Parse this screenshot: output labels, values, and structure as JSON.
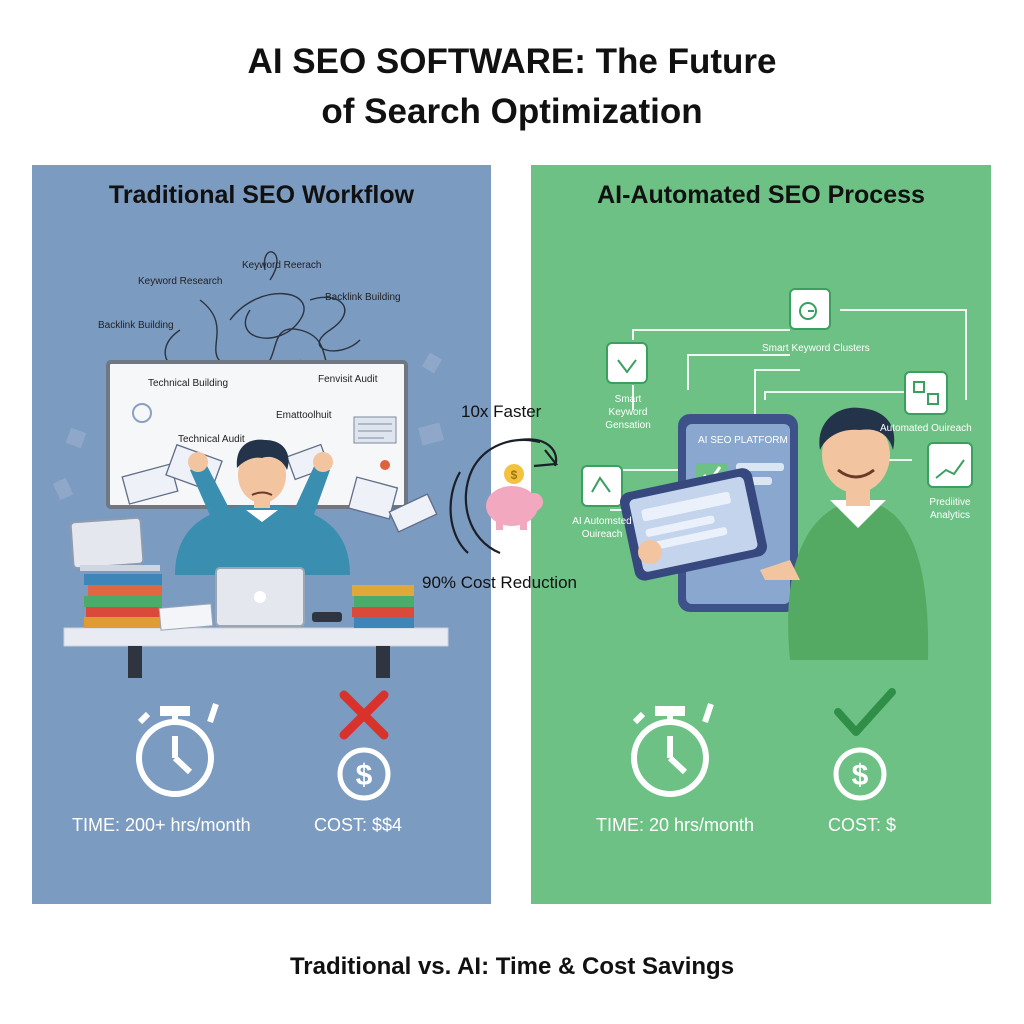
{
  "header": {
    "title_line1": "AI SEO SOFTWARE: The Future",
    "title_line2": "of Search Optimization"
  },
  "left_panel": {
    "title": "Traditional SEO Workflow",
    "floating_labels": [
      "Keyword Reerach",
      "Keyword Research",
      "Backlink Building",
      "Backlink Building"
    ],
    "whiteboard_labels": [
      "Technical Building",
      "Fenvisit Audit",
      "Emattoolhuit",
      "Technical Audit"
    ],
    "time_stat": "TIME: 200+ hrs/month",
    "cost_stat": "COST: $$4"
  },
  "middle": {
    "faster_label": "10x Faster",
    "cost_label": "90% Cost Reduction"
  },
  "right_panel": {
    "title": "AI-Automated SEO Process",
    "device_header": "AI SEO PLATFORM",
    "nodes": [
      "Smart Keyword Clusters",
      "Smart Keyword Gensation",
      "Automated Ouireach",
      "AI Automsted Ouireach",
      "Prediitive Analytics"
    ],
    "time_stat": "TIME: 20 hrs/month",
    "cost_stat": "COST: $"
  },
  "footer": {
    "caption": "Traditional vs. AI: Time & Cost Savings"
  },
  "colors": {
    "left_panel": "#7c9bc0",
    "right_panel": "#6dc184",
    "cross_red": "#d9312b",
    "check_green": "#2f8f48"
  }
}
